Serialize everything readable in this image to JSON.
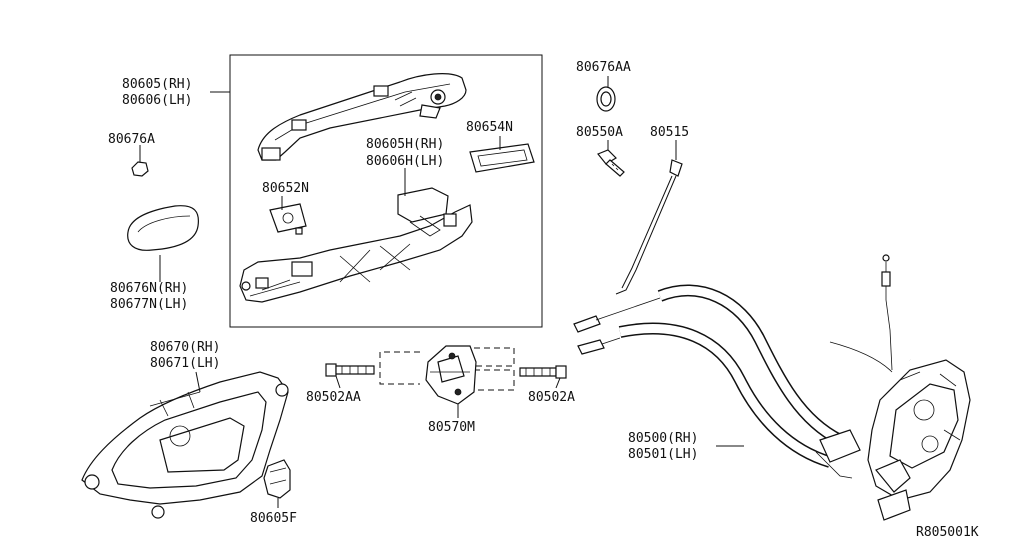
{
  "labels": {
    "p80605": "80605(RH)",
    "p80606": "80606(LH)",
    "p80676A": "80676A",
    "p80676N": "80676N(RH)",
    "p80677N": "80677N(LH)",
    "p80605H": "80605H(RH)",
    "p80606H": "80606H(LH)",
    "p80654N": "80654N",
    "p80652N": "80652N",
    "p80676AA": "80676AA",
    "p80550A": "80550A",
    "p80515": "80515",
    "p80670": "80670(RH)",
    "p80671": "80671(LH)",
    "p80605F": "80605F",
    "p80502AA": "80502AA",
    "p80570M": "80570M",
    "p80502A": "80502A",
    "p80500": "80500(RH)",
    "p80501": "80501(LH)",
    "ref": "R805001K"
  }
}
